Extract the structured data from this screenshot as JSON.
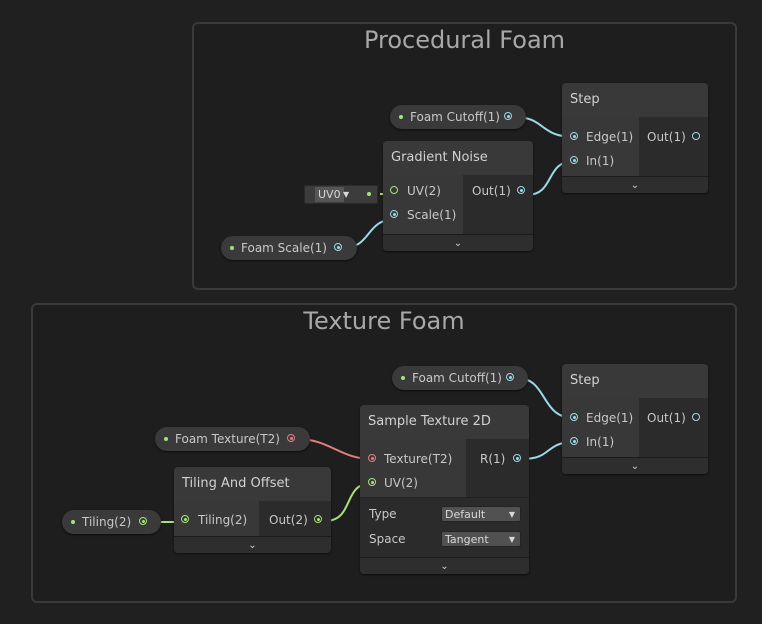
{
  "groups": {
    "procedural": {
      "title": "Procedural Foam"
    },
    "texture": {
      "title": "Texture Foam"
    }
  },
  "procedural": {
    "foam_cutoff": {
      "label": "Foam Cutoff(1)"
    },
    "foam_scale": {
      "label": "Foam Scale(1)"
    },
    "uv_channel": {
      "value": "UV0"
    },
    "gradient_noise": {
      "title": "Gradient Noise",
      "inputs": [
        "UV(2)",
        "Scale(1)"
      ],
      "output": "Out(1)"
    },
    "step": {
      "title": "Step",
      "inputs": [
        "Edge(1)",
        "In(1)"
      ],
      "output": "Out(1)"
    }
  },
  "texture": {
    "foam_cutoff": {
      "label": "Foam Cutoff(1)"
    },
    "foam_texture": {
      "label": "Foam Texture(T2)"
    },
    "tiling": {
      "label": "Tiling(2)"
    },
    "tiling_offset": {
      "title": "Tiling And Offset",
      "input": "Tiling(2)",
      "output": "Out(2)"
    },
    "sample_texture": {
      "title": "Sample Texture 2D",
      "inputs": [
        "Texture(T2)",
        "UV(2)"
      ],
      "output": "R(1)",
      "type_label": "Type",
      "type_value": "Default",
      "space_label": "Space",
      "space_value": "Tangent"
    },
    "step": {
      "title": "Step",
      "inputs": [
        "Edge(1)",
        "In(1)"
      ],
      "output": "Out(1)"
    }
  },
  "icons": {
    "collapse": "chevron-down-icon",
    "dropdown": "triangle-down-icon"
  },
  "colors": {
    "float_port": "#9ad9e6",
    "vector_port": "#a6e27a",
    "texture_port": "#e87c7c"
  }
}
